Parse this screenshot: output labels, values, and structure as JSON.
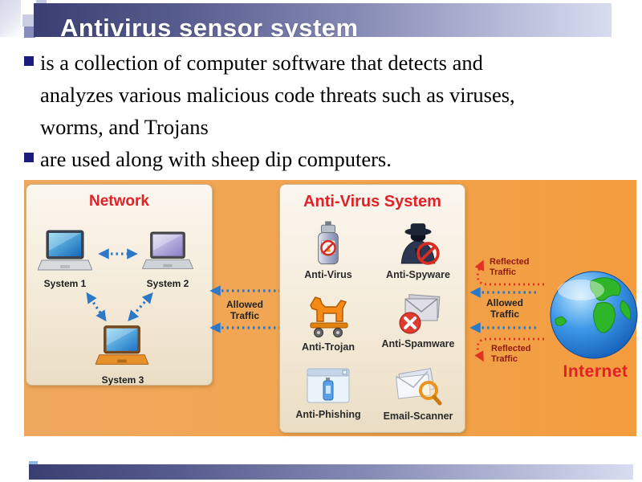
{
  "header": {
    "title": "Antivirus sensor system"
  },
  "bullets": [
    {
      "lines": [
        "is a collection of computer software that detects and",
        "analyzes various malicious code threats such as viruses,",
        "worms, and Trojans"
      ]
    },
    {
      "lines": [
        "are used along with sheep dip computers."
      ]
    }
  ],
  "diagram": {
    "network_panel": {
      "title": "Network",
      "systems": [
        {
          "label": "System 1"
        },
        {
          "label": "System 2"
        },
        {
          "label": "System 3"
        }
      ]
    },
    "antivirus_panel": {
      "title": "Anti-Virus System",
      "tools": [
        {
          "label": "Anti-Virus",
          "icon": "spray-can-icon"
        },
        {
          "label": "Anti-Spyware",
          "icon": "spy-icon"
        },
        {
          "label": "Anti-Trojan",
          "icon": "trojan-horse-icon"
        },
        {
          "label": "Anti-Spamware",
          "icon": "spam-mail-icon"
        },
        {
          "label": "Anti-Phishing",
          "icon": "browser-spray-icon"
        },
        {
          "label": "Email-Scanner",
          "icon": "mail-magnifier-icon"
        }
      ]
    },
    "middle": {
      "allowed_traffic": "Allowed Traffic"
    },
    "right": {
      "reflected_traffic_top": "Reflected Traffic",
      "allowed_traffic": "Allowed Traffic",
      "reflected_traffic_bottom": "Reflected Traffic",
      "internet_label": "Internet"
    },
    "colors": {
      "background_orange": "#F2A453",
      "panel_title_red": "#E02128",
      "allowed_arrow_blue": "#2E78C8",
      "reflected_arrow_red": "#E03222",
      "internet_red": "#E02128"
    }
  },
  "theme": {
    "header_gradient_start": "#3A3E72",
    "header_gradient_end": "#D9DCEF",
    "bullet_color": "#1B1B7E"
  }
}
